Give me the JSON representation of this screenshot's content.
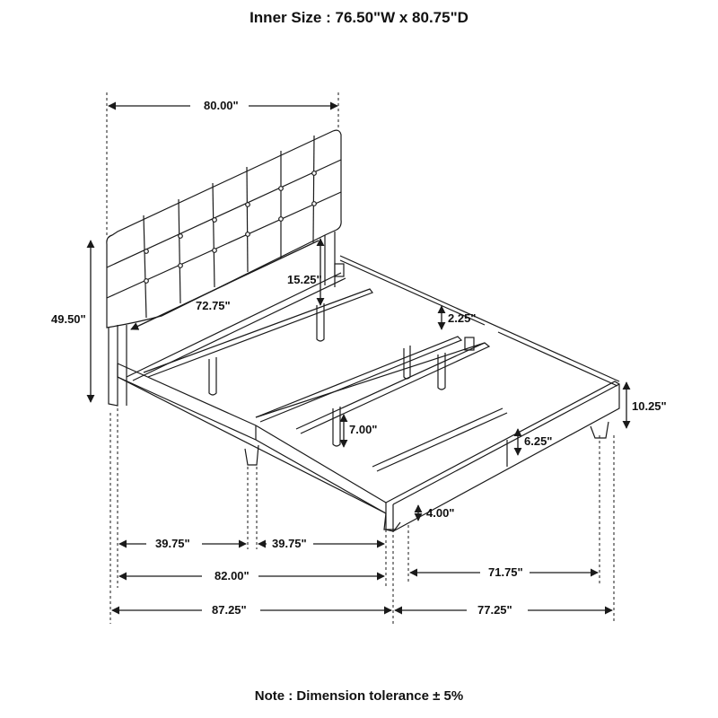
{
  "header": {
    "title": "Inner Size : 76.50\"W x 80.75\"D"
  },
  "footer": {
    "note": "Note : Dimension tolerance ± 5%"
  },
  "dimensions": {
    "headboard_width": "80.00\"",
    "overall_height": "49.50\"",
    "headboard_inner_width": "72.75\"",
    "headboard_clearance": "15.25\"",
    "rail_to_slat": "2.25\"",
    "footboard_height": "10.25\"",
    "center_leg_height": "7.00\"",
    "side_rail_height": "6.25\"",
    "leg_height": "4.00\"",
    "half_length_left": "39.75\"",
    "half_length_right": "39.75\"",
    "inner_length": "82.00\"",
    "overall_length": "87.25\"",
    "inner_width": "71.75\"",
    "overall_width": "77.25\""
  },
  "colors": {
    "line": "#1a1a1a",
    "background": "#ffffff"
  }
}
